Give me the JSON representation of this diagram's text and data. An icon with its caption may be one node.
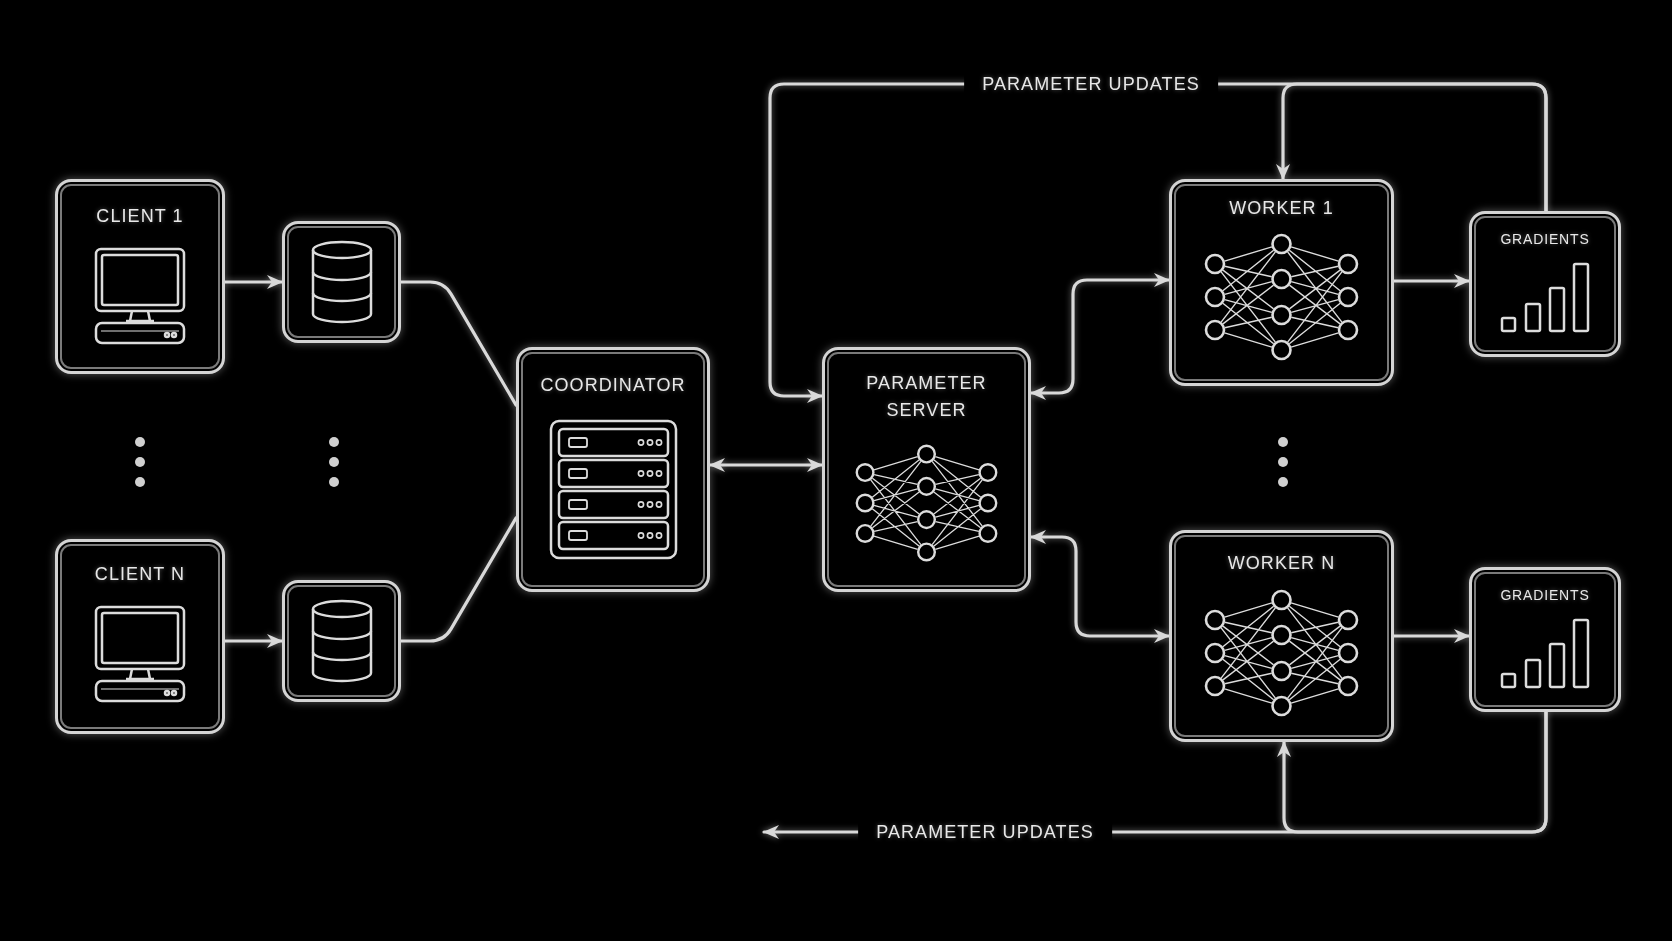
{
  "diagram": {
    "nodes": [
      {
        "text": [
          "CLIENT 1"
        ]
      },
      {
        "text": [],
        "shape": "box"
      },
      {
        "text": [
          "CLIENT N"
        ]
      },
      {
        "text": [],
        "shape": "box"
      },
      {
        "text": [
          "COORDINATOR"
        ]
      },
      {
        "text": [
          "PARAMETER SERVER"
        ]
      },
      {
        "text": [
          "WORKER 1"
        ]
      },
      {
        "text": [
          "GRADIENTS"
        ]
      },
      {
        "text": [
          "WORKER N"
        ]
      },
      {
        "text": [
          "GRADIENTS"
        ]
      }
    ],
    "edges": [
      {
        "from": 0,
        "to": 1,
        "arrow": "to"
      },
      {
        "from": 2,
        "to": 3,
        "arrow": "to"
      },
      {
        "from": 1,
        "to": 4,
        "arrow": "none"
      },
      {
        "from": 3,
        "to": 4,
        "arrow": "none"
      },
      {
        "from": 4,
        "to": 5,
        "arrow": "both"
      },
      {
        "from": 5,
        "to": 6,
        "arrow": "both"
      },
      {
        "from": 5,
        "to": 8,
        "arrow": "both"
      },
      {
        "from": 6,
        "to": 7,
        "arrow": "to"
      },
      {
        "from": 8,
        "to": 9,
        "arrow": "to"
      },
      {
        "from": 7,
        "to": 6,
        "arrow": "to"
      },
      {
        "from": 7,
        "to": 5,
        "arrow": "to",
        "label": "PARAMETER UPDATES"
      },
      {
        "from": 9,
        "to": 8,
        "arrow": "to"
      },
      {
        "from": 9,
        "to": null,
        "arrow": "to",
        "label": "PARAMETER UPDATES"
      }
    ]
  }
}
